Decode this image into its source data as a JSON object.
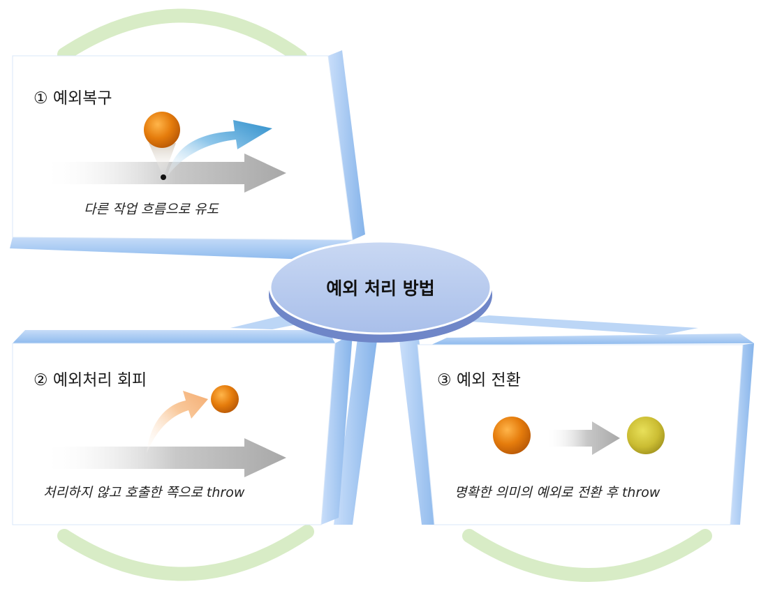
{
  "diagram": {
    "center": {
      "label": "예외 처리 방법"
    },
    "panels": [
      {
        "id": "recovery",
        "title": "① 예외복구",
        "caption": "다른 작업 흐름으로 유도"
      },
      {
        "id": "avoidance",
        "title": "② 예외처리 회피",
        "caption": "처리하지 않고 호출한 쪽으로 throw"
      },
      {
        "id": "translation",
        "title": "③ 예외 전환",
        "caption": "명확한 의미의 예외로 전환 후 throw"
      }
    ],
    "colors": {
      "panel_edge": "#9cc3f0",
      "center_fill": "#b9cdef",
      "center_rim": "#6f86c8",
      "ring_green": "#d8ecc6",
      "ball_orange": "#e57c0c",
      "ball_yellow": "#cbbd33",
      "arrow_gray": "#b3b3b3",
      "arrow_blue": "#3b97cf",
      "arrow_peach": "#f6b985"
    },
    "icons": [
      "orange-ball-icon",
      "yellow-ball-icon",
      "gray-arrow-icon",
      "blue-curved-arrow-icon",
      "peach-curved-arrow-icon"
    ]
  }
}
